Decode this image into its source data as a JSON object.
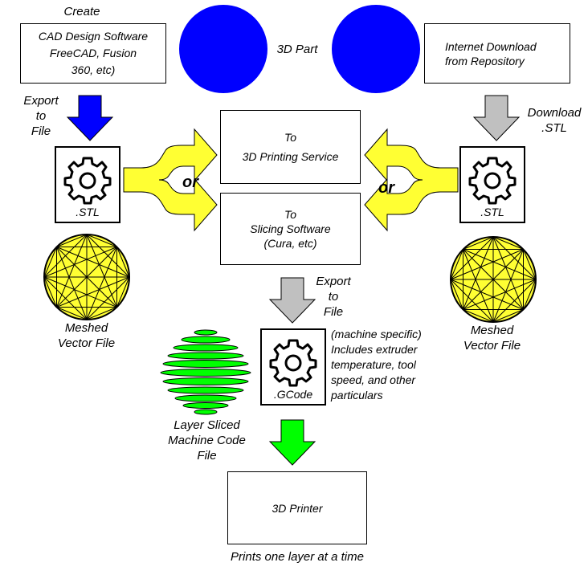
{
  "left": {
    "create_label": "Create",
    "cad_box": {
      "line1": "CAD Design Software",
      "line2": "FreeCAD, Fusion",
      "line3": "360, etc)"
    },
    "export_label": {
      "line1": "Export",
      "line2": "to",
      "line3": "File"
    },
    "stl_caption": ".STL",
    "meshed_label": {
      "line1": "Meshed",
      "line2": "Vector File"
    }
  },
  "center": {
    "part_label": "3D Part",
    "printing_service_box": {
      "line1": "To",
      "line2": "3D Printing Service"
    },
    "slicing_box": {
      "line1": "To",
      "line2": "Slicing Software",
      "line3": "(Cura, etc)"
    },
    "export_label": {
      "line1": "Export",
      "line2": "to",
      "line3": "File"
    },
    "gcode_caption": ".GCode",
    "machine_note": {
      "line1": "(machine specific)",
      "line2": "Includes extruder",
      "line3": "temperature, tool",
      "line4": "speed, and other",
      "line5": "particulars"
    },
    "layer_label": {
      "line1": "Layer Sliced",
      "line2": "Machine Code",
      "line3": "File"
    },
    "printer_box": "3D Printer",
    "printer_caption": "Prints one layer at a time"
  },
  "right": {
    "internet_box": {
      "line1": "Internet Download",
      "line2": "from Repository"
    },
    "download_label": {
      "line1": "Download",
      "line2": ".STL"
    },
    "stl_caption": ".STL",
    "meshed_label": {
      "line1": "Meshed",
      "line2": "Vector File"
    }
  },
  "or_label": "or",
  "icons": [
    "gear-icon",
    "sphere-icon",
    "arrow-icon"
  ],
  "colors": {
    "part_circle": "#0000ff",
    "arrow_blue": "#0000ff",
    "arrow_gray": "#c0c0c0",
    "arrow_green": "#00ff00",
    "arrow_yellow": "#ffff33",
    "mesh_sphere": "#ffff33",
    "slice_green": "#00ff00"
  }
}
